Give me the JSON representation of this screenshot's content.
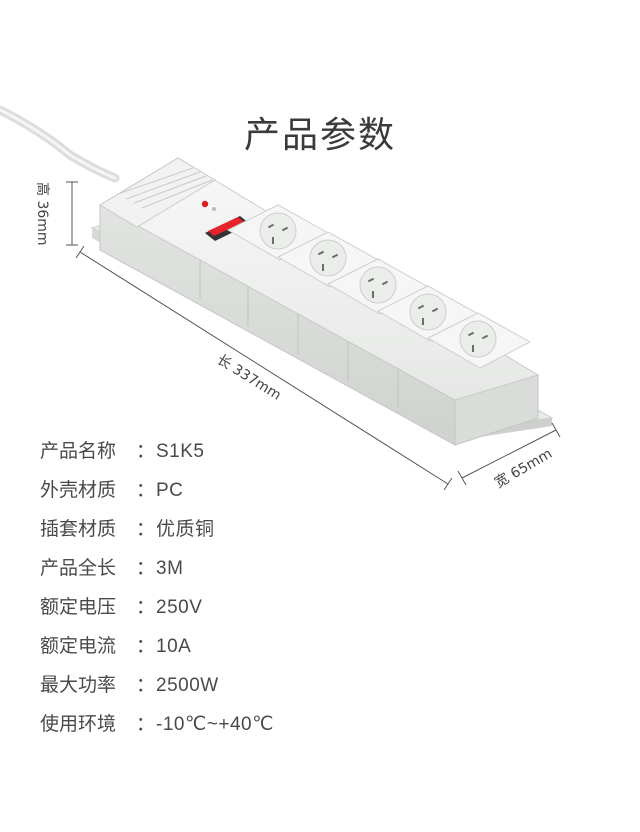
{
  "page": {
    "title": "产品参数"
  },
  "dimensions": {
    "height_label": "高 36mm",
    "length_label": "长 337mm",
    "width_label": "宽 65mm"
  },
  "product": {
    "body_color": "#eef0ee",
    "switch_color": "#e8222a",
    "indicator_color": "#d91e1e",
    "socket_count": 5
  },
  "specs": [
    {
      "label": "产品名称",
      "value": "S1K5"
    },
    {
      "label": "外壳材质",
      "value": "PC"
    },
    {
      "label": "插套材质",
      "value": "优质铜"
    },
    {
      "label": "产品全长",
      "value": "3M"
    },
    {
      "label": "额定电压",
      "value": "250V"
    },
    {
      "label": "额定电流",
      "value": "10A"
    },
    {
      "label": "最大功率",
      "value": "2500W"
    },
    {
      "label": "使用环境",
      "value": "-10℃~+40℃"
    }
  ],
  "spec_separator": "："
}
